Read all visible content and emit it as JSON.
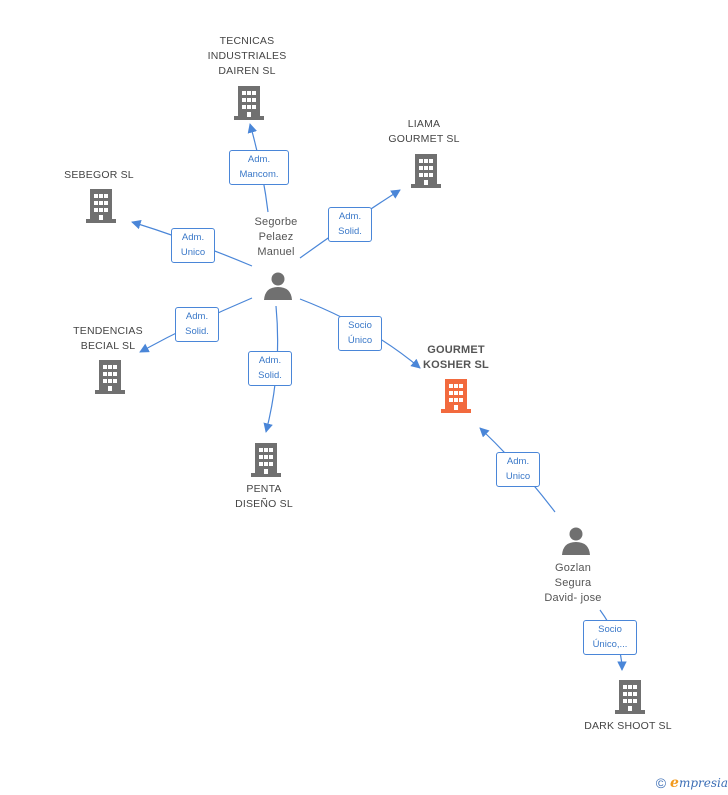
{
  "colors": {
    "edge": "#4a86d8",
    "building": "#707070",
    "building_focus": "#f26a3e",
    "person": "#707070"
  },
  "nodes": {
    "tecnicas": "TECNICAS\nINDUSTRIALES\nDAIREN SL",
    "liama": "LIAMA\nGOURMET SL",
    "sebegor": "SEBEGOR SL",
    "tendencias": "TENDENCIAS\nBECIAL SL",
    "penta": "PENTA\nDISEÑO SL",
    "gourmet_kosher": "GOURMET\nKOSHER SL",
    "dark_shoot": "DARK SHOOT SL",
    "segorbe": "Segorbe\nPelaez\nManuel",
    "gozlan": "Gozlan\nSegura\nDavid- jose"
  },
  "edges": {
    "adm_mancom": "Adm.\nMancom.",
    "adm_solid_liama": "Adm.\nSolid.",
    "adm_unico_sebegor": "Adm.\nUnico",
    "adm_solid_tendencias": "Adm.\nSolid.",
    "adm_solid_penta": "Adm.\nSolid.",
    "socio_unico_gourmet": "Socio\nÚnico",
    "adm_unico_gourmet": "Adm.\nUnico",
    "socio_unico_dark": "Socio\nÚnico,..."
  },
  "footer": {
    "copyright_symbol": "©",
    "brand_initial": "e",
    "brand_rest": "mpresia"
  }
}
